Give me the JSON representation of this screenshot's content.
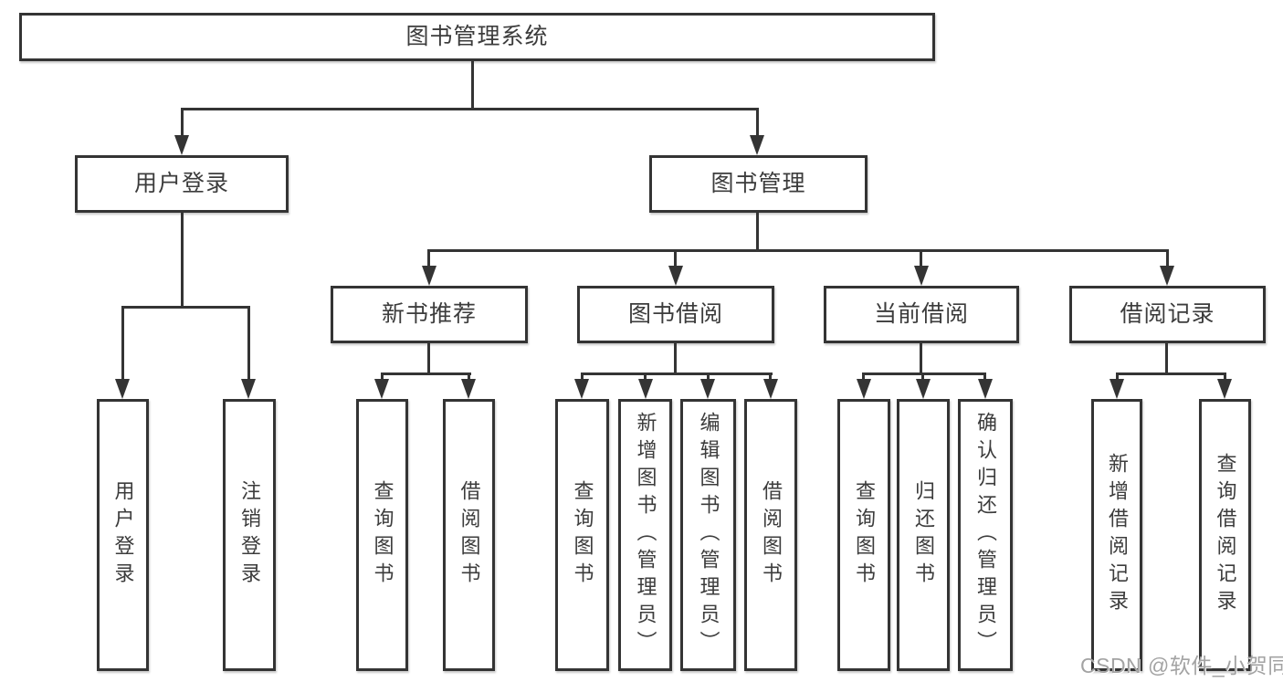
{
  "colors": {
    "line": "#343434",
    "text": "#3c3c3c",
    "background": "#ffffff",
    "watermark_gray": "#a3a3a3"
  },
  "diagram": {
    "type": "tree",
    "root": {
      "label": "图书管理系统",
      "children": [
        {
          "label": "用户登录",
          "children": [
            {
              "label": "用户登录"
            },
            {
              "label": "注销登录"
            }
          ]
        },
        {
          "label": "图书管理",
          "children": [
            {
              "label": "新书推荐",
              "children": [
                {
                  "label": "查询图书"
                },
                {
                  "label": "借阅图书"
                }
              ]
            },
            {
              "label": "图书借阅",
              "children": [
                {
                  "label": "查询图书"
                },
                {
                  "label": "新增图书（管理员）"
                },
                {
                  "label": "编辑图书（管理员）"
                },
                {
                  "label": "借阅图书"
                }
              ]
            },
            {
              "label": "当前借阅",
              "children": [
                {
                  "label": "查询图书"
                },
                {
                  "label": "归还图书"
                },
                {
                  "label": "确认归还（管理员）"
                }
              ]
            },
            {
              "label": "借阅记录",
              "children": [
                {
                  "label": "新增借阅记录"
                },
                {
                  "label": "查询借阅记录"
                }
              ]
            }
          ]
        }
      ]
    }
  },
  "watermark": {
    "text": "CSDN @软件_小贺同学"
  }
}
